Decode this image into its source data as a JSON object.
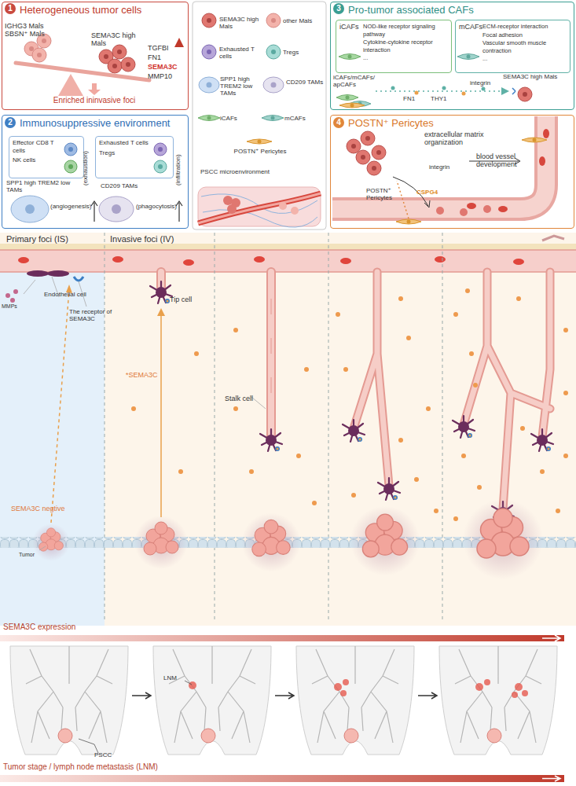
{
  "diagram": {
    "nodes": [
      {
        "text": [
          "Heterogeneous tumor cells"
        ]
      },
      {
        "text": [
          "Immunosuppressive environment"
        ]
      },
      {
        "text": [
          "Effector CD8 T cells",
          "NK cells"
        ],
        "in": 1
      },
      {
        "text": [
          "Exhausted T cells",
          "Tregs"
        ],
        "in": 1
      },
      {
        "text": [
          "Pro-tumor associated CAFs"
        ]
      },
      {
        "text": [
          "iCAFs",
          "NOD-like receptor signaling pathway",
          "Cytokine-cytokine receptor interaction",
          "..."
        ],
        "in": 4
      },
      {
        "text": [
          "mCAFs",
          "ECM-receptor interaction",
          "Focal adhesion",
          "Vascular smooth muscle contraction",
          "..."
        ],
        "in": 4
      },
      {
        "text": [
          "POSTN⁺ Pericytes"
        ]
      }
    ],
    "labels": [
      "1",
      "IGHG3 Mals SBSN⁺ Mals",
      "SEMA3C high Mals",
      "TGFBI",
      "FN1",
      "SEMA3C",
      "MMP10",
      "Enriched ininvasive foci",
      "2",
      "(exhaustion)",
      "(infiltration)",
      "SPP1 high TREM2 low TAMs",
      "(angiogenesis)",
      "CD209 TAMs",
      "(phagocytosis)",
      "3",
      "iCAFs/mCAFs/ apCAFs",
      "FN1",
      "THY1",
      "integrin",
      "SEMA3C high Mals",
      "4",
      "extracellular matrix organization",
      "integrin",
      "CSPG4",
      "POSTN⁺ Pericytes",
      "blood vessel development",
      "Primary foci (IS)",
      "Invasive foci (IV)",
      "MMPs",
      "Endothelial cell",
      "The receptor of SEMA3C",
      "Tip cell",
      "Stalk cell",
      "*SEMA3C",
      "SEMA3C negtive",
      "Tumor",
      "SEMA3C expression",
      "LNM",
      "PSCC",
      "Tumor stage / lymph node metastasis (LNM)",
      "PSCC microenvironment"
    ],
    "legend": [
      {
        "text": "SEMA3C high Mals"
      },
      {
        "text": "other Mals"
      },
      {
        "text": "Exhausted T cells"
      },
      {
        "text": "Tregs"
      },
      {
        "text": "SPP1 high TREM2 low TAMs"
      },
      {
        "text": "CD209 TAMs"
      },
      {
        "text": "iCAFs"
      },
      {
        "text": "mCAFs"
      },
      {
        "text": "POSTN⁺ Pericytes"
      }
    ]
  }
}
